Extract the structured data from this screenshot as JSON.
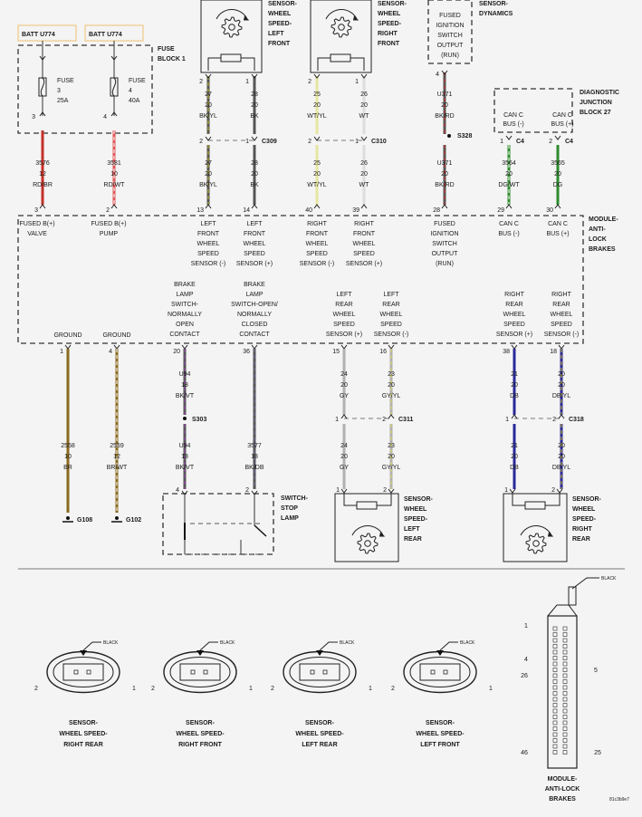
{
  "batt_label": "BATT U774",
  "fuse_block": {
    "title": [
      "FUSE",
      "BLOCK 1"
    ],
    "fuses": [
      {
        "name": [
          "FUSE",
          "3",
          "25A"
        ],
        "pin": "3"
      },
      {
        "name": [
          "FUSE",
          "4",
          "40A"
        ],
        "pin": "4"
      }
    ]
  },
  "top_sensors": [
    {
      "id": "lf",
      "title": [
        "SENSOR-",
        "WHEEL",
        "SPEED-",
        "LEFT",
        "FRONT"
      ],
      "pins": [
        "2",
        "1"
      ]
    },
    {
      "id": "rf",
      "title": [
        "SENSOR-",
        "WHEEL",
        "SPEED-",
        "RIGHT",
        "FRONT"
      ],
      "pins": [
        "2",
        "1"
      ]
    }
  ],
  "dynamics": {
    "box": [
      "FUSED",
      "IGNITION",
      "SWITCH",
      "OUTPUT",
      "(RUN)"
    ],
    "title": [
      "SENSOR-",
      "DYNAMICS"
    ],
    "pin": "4"
  },
  "junction": {
    "title": [
      "DIAGNOSTIC",
      "JUNCTION",
      "BLOCK 27"
    ],
    "pins": [
      {
        "label": [
          "CAN C",
          "BUS (-)"
        ],
        "pin": "1"
      },
      {
        "label": [
          "CAN C",
          "BUS (+)"
        ],
        "pin": "2"
      }
    ],
    "conn": "C4"
  },
  "wires_upper": [
    {
      "id": "w3576",
      "top": [],
      "bottom": [
        "3576",
        "12",
        "RD/BR"
      ],
      "pin": "3",
      "color": "#d42a2a",
      "stripe": "#8a4a2a"
    },
    {
      "id": "w3581",
      "top": [],
      "bottom": [
        "3581",
        "10",
        "RD/WT"
      ],
      "pin": "2",
      "color": "#e05555",
      "stripe": "#ffffff"
    },
    {
      "id": "w27",
      "top": [
        "27",
        "20",
        "BK/YL"
      ],
      "bottom": [
        "27",
        "20",
        "BK/YL"
      ],
      "pin": "13",
      "color": "#555555",
      "stripe": "#c8b820"
    },
    {
      "id": "w28",
      "top": [
        "28",
        "20",
        "BK"
      ],
      "bottom": [
        "28",
        "20",
        "BK"
      ],
      "pin": "14",
      "color": "#555555",
      "stripe": ""
    },
    {
      "id": "w25",
      "top": [
        "25",
        "20",
        "WT/YL"
      ],
      "bottom": [
        "25",
        "20",
        "WT/YL"
      ],
      "pin": "40",
      "color": "#e6e6a0",
      "stripe": ""
    },
    {
      "id": "w26",
      "top": [
        "26",
        "20",
        "WT"
      ],
      "bottom": [
        "26",
        "20",
        "WT"
      ],
      "pin": "39",
      "color": "#dddddd",
      "stripe": ""
    },
    {
      "id": "wu371",
      "top": [
        "U371",
        "20",
        "BK/RD"
      ],
      "bottom": [
        "U371",
        "20",
        "BK/RD"
      ],
      "pin": "28",
      "color": "#555555",
      "stripe": "#d42a2a"
    },
    {
      "id": "w3564",
      "top": [],
      "bottom": [
        "3564",
        "20",
        "DG/WT"
      ],
      "pin": "29",
      "color": "#2e8b2e",
      "stripe": "#ffffff"
    },
    {
      "id": "w3565",
      "top": [],
      "bottom": [
        "3565",
        "20",
        "DG"
      ],
      "pin": "30",
      "color": "#2e8b2e",
      "stripe": ""
    }
  ],
  "splices_upper": [
    {
      "name": "C309"
    },
    {
      "name": "C310"
    },
    {
      "name": "S328"
    }
  ],
  "module": {
    "title": [
      "MODULE-",
      "ANTI-",
      "LOCK",
      "BRAKES"
    ],
    "top_labels": [
      [
        "FUSED B(+)",
        "VALVE"
      ],
      [
        "FUSED B(+)",
        "PUMP"
      ],
      [
        "LEFT",
        "FRONT",
        "WHEEL",
        "SPEED",
        "SENSOR (-)"
      ],
      [
        "LEFT",
        "FRONT",
        "WHEEL",
        "SPEED",
        "SENSOR (+)"
      ],
      [
        "RIGHT",
        "FRONT",
        "WHEEL",
        "SPEED",
        "SENSOR (-)"
      ],
      [
        "RIGHT",
        "FRONT",
        "WHEEL",
        "SPEED",
        "SENSOR (+)"
      ],
      [
        "FUSED",
        "IGNITION",
        "SWITCH",
        "OUTPUT",
        "(RUN)"
      ],
      [
        "CAN C",
        "BUS (-)"
      ],
      [
        "CAN C",
        "BUS (+)"
      ]
    ],
    "bottom_labels": [
      [
        "GROUND"
      ],
      [
        "GROUND"
      ],
      [
        "BRAKE",
        "LAMP",
        "SWITCH-",
        "NORMALLY",
        "OPEN",
        "CONTACT"
      ],
      [
        "BRAKE",
        "LAMP",
        "SWITCH-OPEN/",
        "NORMALLY",
        "CLOSED",
        "CONTACT"
      ],
      [
        "LEFT",
        "REAR",
        "WHEEL",
        "SPEED",
        "SENSOR (+)"
      ],
      [
        "LEFT",
        "REAR",
        "WHEEL",
        "SPEED",
        "SENSOR (-)"
      ],
      [
        "RIGHT",
        "REAR",
        "WHEEL",
        "SPEED",
        "SENSOR (+)"
      ],
      [
        "RIGHT",
        "REAR",
        "WHEEL",
        "SPEED",
        "SENSOR (-)"
      ]
    ]
  },
  "wires_lower": [
    {
      "id": "w2558",
      "top": [],
      "bottom": [
        "2558",
        "10",
        "BR"
      ],
      "pin": "1",
      "color": "#8a6a20",
      "stripe": ""
    },
    {
      "id": "w2559",
      "top": [],
      "bottom": [
        "2559",
        "12",
        "BR/WT"
      ],
      "pin": "4",
      "color": "#8a6a20",
      "stripe": "#ffffff"
    },
    {
      "id": "wu94",
      "top": [
        "U94",
        "18",
        "BK/VT"
      ],
      "bottom": [
        "U94",
        "18",
        "BK/VT"
      ],
      "pin": "20",
      "color": "#555555",
      "stripe": "#9b3fb5"
    },
    {
      "id": "w3577",
      "top": [],
      "bottom": [
        "3577",
        "18",
        "BK/DB"
      ],
      "pin": "36",
      "color": "#555555",
      "stripe": "#6a6aa0"
    },
    {
      "id": "w24",
      "top": [
        "24",
        "20",
        "GY"
      ],
      "bottom": [
        "24",
        "20",
        "GY"
      ],
      "pin": "15",
      "color": "#b0b0b0",
      "stripe": ""
    },
    {
      "id": "w23",
      "top": [
        "23",
        "20",
        "GY/YL"
      ],
      "bottom": [
        "23",
        "20",
        "GY/YL"
      ],
      "pin": "16",
      "color": "#b0b0b0",
      "stripe": "#d8d860"
    },
    {
      "id": "w21",
      "top": [
        "21",
        "20",
        "DB"
      ],
      "bottom": [
        "21",
        "20",
        "DB"
      ],
      "pin": "38",
      "color": "#2a2a9a",
      "stripe": ""
    },
    {
      "id": "w20",
      "top": [
        "20",
        "20",
        "DB/YL"
      ],
      "bottom": [
        "20",
        "20",
        "DB/YL"
      ],
      "pin": "18",
      "color": "#2a2a9a",
      "stripe": "#c8b820"
    }
  ],
  "splices_lower": [
    {
      "name": "S303"
    },
    {
      "name": "C311"
    },
    {
      "name": "C318"
    }
  ],
  "grounds": [
    {
      "name": "G108"
    },
    {
      "name": "G102"
    }
  ],
  "stop_lamp": {
    "title": [
      "SWITCH-",
      "STOP",
      "LAMP"
    ],
    "pins": [
      "4",
      "2"
    ]
  },
  "rear_sensors": [
    {
      "id": "lr",
      "title": [
        "SENSOR-",
        "WHEEL",
        "SPEED-",
        "LEFT",
        "REAR"
      ],
      "pins": [
        "1",
        "2"
      ]
    },
    {
      "id": "rr",
      "title": [
        "SENSOR-",
        "WHEEL",
        "SPEED-",
        "RIGHT",
        "REAR"
      ],
      "pins": [
        "1",
        "2"
      ]
    }
  ],
  "connectors": [
    {
      "id": "c-rr",
      "label": [
        "SENSOR-",
        "WHEEL SPEED-",
        "RIGHT REAR"
      ],
      "color": "BLACK",
      "left": "2",
      "right": "1"
    },
    {
      "id": "c-rf",
      "label": [
        "SENSOR-",
        "WHEEL SPEED-",
        "RIGHT FRONT"
      ],
      "color": "BLACK",
      "left": "2",
      "right": "1"
    },
    {
      "id": "c-lr",
      "label": [
        "SENSOR-",
        "WHEEL SPEED-",
        "LEFT REAR"
      ],
      "color": "BLACK",
      "left": "2",
      "right": "1"
    },
    {
      "id": "c-lf",
      "label": [
        "SENSOR-",
        "WHEEL SPEED-",
        "LEFT FRONT"
      ],
      "color": "BLACK",
      "left": "2",
      "right": "1"
    }
  ],
  "abs_connector": {
    "label": [
      "MODULE-",
      "ANTI-LOCK",
      "BRAKES"
    ],
    "color": "BLACK",
    "pins": [
      "1",
      "4",
      "26",
      "46",
      "5",
      "25"
    ]
  },
  "drawing_id": "81c3b9e7"
}
